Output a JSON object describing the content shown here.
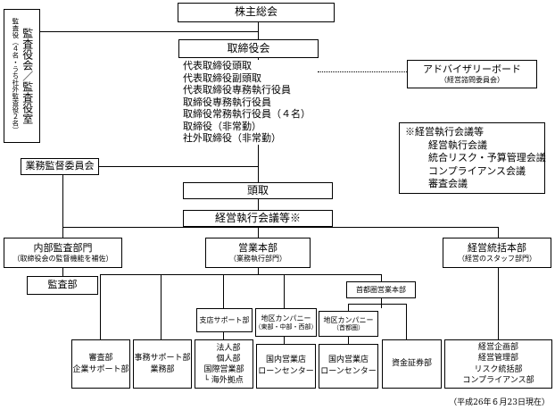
{
  "top": {
    "shareholders": "株主総会",
    "auditors": {
      "title": "監査役会／監査役室",
      "sub": "監査役（４名・うち社外監査役２名）"
    },
    "board": "取締役会",
    "board_members": [
      "代表取締役頭取",
      "代表取締役副頭取",
      "代表取締役専務執行役員",
      "取締役専務執行役員",
      "取締役常務執行役員（４名）",
      "取締役（非常勤）",
      "社外取締役（非常勤）"
    ],
    "advisory": {
      "title": "アドバイザリーボード",
      "sub": "（経営諮問委員会）"
    },
    "exec_note": {
      "title": "※経営執行会議等",
      "items": [
        "経営執行会議",
        "統合リスク・予算管理会議",
        "コンプライアンス会議",
        "審査会議"
      ]
    },
    "supervision": "業務監督委員会",
    "president": "頭取",
    "exec_meeting": "経営執行会議等※"
  },
  "mid": {
    "internal_audit": {
      "title": "内部監査部門",
      "sub": "（取締役会の監督機能を補佐）"
    },
    "audit_dept": "監査部",
    "business_hq": {
      "title": "営業本部",
      "sub": "（業務執行部門）"
    },
    "mgmt_hq": {
      "title": "経営統括本部",
      "sub": "（経営のスタッフ部門）"
    },
    "metro_sales": "首都圏営業本部",
    "branch_support": "支店サポート部",
    "region_a": {
      "title": "地区カンパニー",
      "sub": "（東部・中部・西部）"
    },
    "region_b": {
      "title": "地区カンパニー",
      "sub": "（首都圏）"
    }
  },
  "bottom": {
    "b1": [
      "審査部",
      "企業サポート部"
    ],
    "b2": [
      "事務サポート部",
      "業務部"
    ],
    "b3": [
      "法人部",
      "個人部",
      "国際営業部",
      "└ 海外拠点"
    ],
    "b4": [
      "国内営業店",
      "ローンセンター"
    ],
    "b5": [
      "国内営業店",
      "ローンセンター"
    ],
    "b6": [
      "資金証券部"
    ],
    "b7": [
      "経営企画部",
      "経営管理部",
      "リスク統括部",
      "コンプライアンス部"
    ]
  },
  "date_note": "（平成26年６月23日現在）"
}
